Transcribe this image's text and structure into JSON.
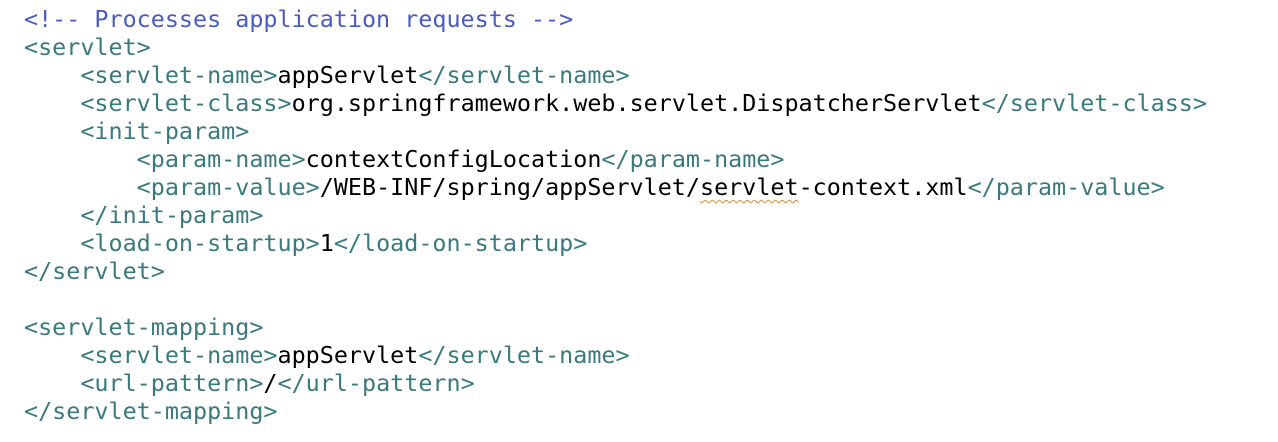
{
  "code": {
    "lines": [
      [
        {
          "t": "<!-- Processes application requests -->",
          "k": "comment"
        }
      ],
      [
        {
          "t": "<servlet>",
          "k": "tag"
        }
      ],
      [
        {
          "t": "    ",
          "k": "text"
        },
        {
          "t": "<servlet-name>",
          "k": "tag"
        },
        {
          "t": "appServlet",
          "k": "text"
        },
        {
          "t": "</servlet-name>",
          "k": "tag"
        }
      ],
      [
        {
          "t": "    ",
          "k": "text"
        },
        {
          "t": "<servlet-class>",
          "k": "tag"
        },
        {
          "t": "org.springframework.web.servlet.DispatcherServlet",
          "k": "text"
        },
        {
          "t": "</servlet-class>",
          "k": "tag"
        }
      ],
      [
        {
          "t": "    ",
          "k": "text"
        },
        {
          "t": "<init-param>",
          "k": "tag"
        }
      ],
      [
        {
          "t": "        ",
          "k": "text"
        },
        {
          "t": "<param-name>",
          "k": "tag"
        },
        {
          "t": "contextConfigLocation",
          "k": "text"
        },
        {
          "t": "</param-name>",
          "k": "tag"
        }
      ],
      [
        {
          "t": "        ",
          "k": "text"
        },
        {
          "t": "<param-value>",
          "k": "tag"
        },
        {
          "t": "/WEB-INF/spring/appServlet/",
          "k": "text"
        },
        {
          "t": "servlet",
          "k": "text",
          "squiggle": true
        },
        {
          "t": "-context.xml",
          "k": "text"
        },
        {
          "t": "</param-value>",
          "k": "tag"
        }
      ],
      [
        {
          "t": "    ",
          "k": "text"
        },
        {
          "t": "</init-param>",
          "k": "tag"
        }
      ],
      [
        {
          "t": "    ",
          "k": "text"
        },
        {
          "t": "<load-on-startup>",
          "k": "tag"
        },
        {
          "t": "1",
          "k": "text"
        },
        {
          "t": "</load-on-startup>",
          "k": "tag"
        }
      ],
      [
        {
          "t": "</servlet>",
          "k": "tag"
        }
      ],
      [],
      [
        {
          "t": "<servlet-mapping>",
          "k": "tag"
        }
      ],
      [
        {
          "t": "    ",
          "k": "text"
        },
        {
          "t": "<servlet-name>",
          "k": "tag"
        },
        {
          "t": "appServlet",
          "k": "text"
        },
        {
          "t": "</servlet-name>",
          "k": "tag"
        }
      ],
      [
        {
          "t": "    ",
          "k": "text"
        },
        {
          "t": "<url-pattern>",
          "k": "tag"
        },
        {
          "t": "/",
          "k": "text"
        },
        {
          "t": "</url-pattern>",
          "k": "tag"
        }
      ],
      [
        {
          "t": "</servlet-mapping>",
          "k": "tag"
        }
      ]
    ]
  },
  "colors": {
    "tag": "#3a7a7f",
    "text": "#000000",
    "comment": "#4a5cc2",
    "spellcheck_underline": "#e08a3c",
    "background": "#ffffff"
  }
}
